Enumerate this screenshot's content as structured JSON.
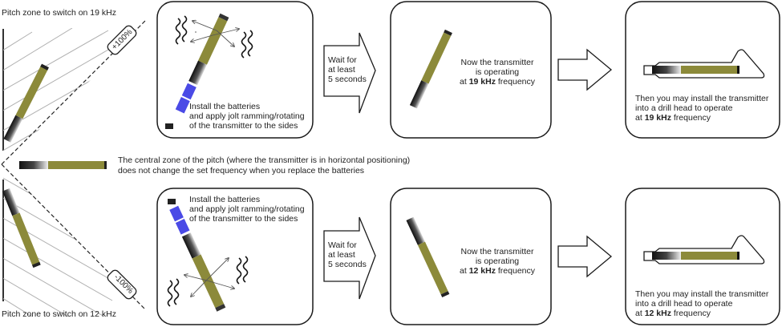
{
  "pitch_panel": {
    "top_label": "Pitch zone to switch on 19 kHz",
    "bottom_label": "Pitch zone to switch on 12 kHz",
    "plus_tag": "+100%",
    "minus_tag": "-100%",
    "central_note_line1": "The central zone of the pitch (where the transmitter is in horizontal positioning)",
    "central_note_line2": "does not change the set frequency when you replace the batteries"
  },
  "rows": [
    {
      "frequency": "19 kHz",
      "step1": {
        "line1": "Install the batteries",
        "line2": "and apply jolt ramming/rotating",
        "line3": "of the transmitter to the sides"
      },
      "wait": {
        "line1": "Wait for",
        "line2": "at least",
        "line3": "5 seconds"
      },
      "step2": {
        "line1": "Now the transmitter",
        "line2": "is operating",
        "line3_prefix": "at ",
        "line3_bold": "19 kHz",
        "line3_suffix": " frequency"
      },
      "step3": {
        "line1": "Then you may install the transmitter",
        "line2": "into a drill head to operate",
        "line3_prefix": "at ",
        "line3_bold": "19 kHz",
        "line3_suffix": " frequency"
      }
    },
    {
      "frequency": "12 kHz",
      "step1": {
        "line1": "Install the batteries",
        "line2": "and apply jolt ramming/rotating",
        "line3": "of the transmitter to the sides"
      },
      "wait": {
        "line1": "Wait for",
        "line2": "at least",
        "line3": "5 seconds"
      },
      "step2": {
        "line1": "Now the transmitter",
        "line2": "is operating",
        "line3_prefix": "at ",
        "line3_bold": "12 kHz",
        "line3_suffix": " frequency"
      },
      "step3": {
        "line1": "Then you may install the transmitter",
        "line2": "into a drill head to operate",
        "line3_prefix": "at ",
        "line3_bold": "12 kHz",
        "line3_suffix": " frequency"
      }
    }
  ],
  "colors": {
    "transmitter_body": "#8c8a3a",
    "battery": "#4a4ae6",
    "outline": "#1a1a1a",
    "hatch": "#b0b0b0"
  }
}
